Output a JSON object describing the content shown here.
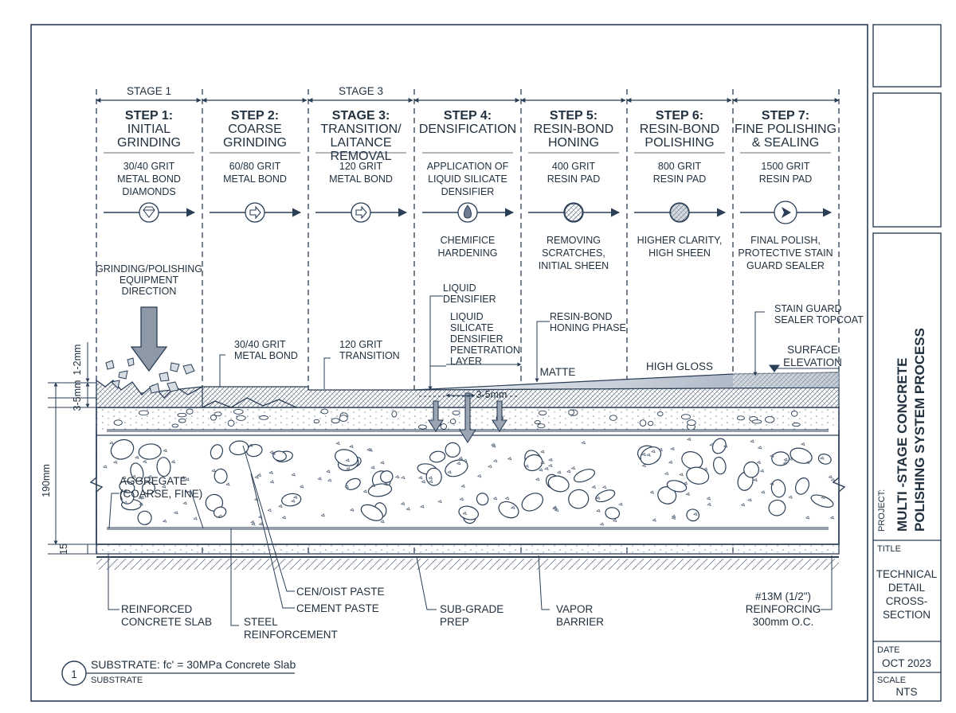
{
  "stages": [
    {
      "label": "STAGE 1"
    },
    {
      "label": "STAGE 3"
    }
  ],
  "steps": [
    {
      "title": "STEP 1:",
      "name": [
        "INITIAL",
        "GRINDING"
      ],
      "spec": [
        "30/40 GRIT",
        "METAL BOND",
        "DIAMONDS"
      ],
      "icon": "diamond-icon",
      "effect": []
    },
    {
      "title": "STEP 2:",
      "name": [
        "COARSE",
        "GRINDING"
      ],
      "spec": [
        "60/80 GRIT",
        "METAL BOND"
      ],
      "icon": "arrow-right-circle-icon",
      "effect": []
    },
    {
      "title": "STAGE 3:",
      "name": [
        "TRANSITION/",
        "LAITANCE",
        "REMOVAL"
      ],
      "spec": [
        "120 GRIT",
        "METAL BOND"
      ],
      "icon": "arrow-right-circle-icon",
      "effect": []
    },
    {
      "title": "STEP 4:",
      "name": [
        "DENSIFICATION"
      ],
      "spec": [
        "APPLICATION OF",
        "LIQUID SILICATE",
        "DENSIFIER"
      ],
      "icon": "droplet-icon",
      "effect": [
        "CHEMIFICE",
        "HARDENING"
      ]
    },
    {
      "title": "STEP 5:",
      "name": [
        "RESIN-BOND",
        "HONING"
      ],
      "spec": [
        "400 GRIT",
        "RESIN PAD"
      ],
      "icon": "resin-pad-icon",
      "effect": [
        "REMOVING",
        "SCRATCHES,",
        "INITIAL SHEEN"
      ]
    },
    {
      "title": "STEP 6:",
      "name": [
        "RESIN-BOND",
        "POLISHING"
      ],
      "spec": [
        "800 GRIT",
        "RESIN PAD"
      ],
      "icon": "resin-pad-dark-icon",
      "effect": [
        "HIGHER CLARITY,",
        "HIGH SHEEN"
      ]
    },
    {
      "title": "STEP 7:",
      "name": [
        "FINE POLISHING",
        "& SEALING"
      ],
      "spec": [
        "1500 GRIT",
        "RESIN PAD"
      ],
      "icon": "play-circle-icon",
      "effect": [
        "FINAL POLISH,",
        "PROTECTIVE STAIN",
        "GUARD SEALER"
      ]
    }
  ],
  "annotations": {
    "equipment": [
      "GRINDING/POLISHING",
      "EQUIPMENT",
      "DIRECTION"
    ],
    "grit_30_40": [
      "30/40 GRIT",
      "METAL BOND"
    ],
    "grit_120": [
      "120 GRIT",
      "TRANSITION"
    ],
    "liquid_densifier": [
      "LIQUID",
      "DENSIFIER"
    ],
    "penetration": [
      "LIQUID",
      "SILICATE",
      "DENSIFIER",
      "PENETRATION",
      "LAYER"
    ],
    "resin_honing": [
      "RESIN-BOND",
      "HONING PHASE"
    ],
    "stain_guard": [
      "STAIN GUARD",
      "SEALER TOPCOAT"
    ],
    "surface_elevation": [
      "SURFACE",
      "ELEVATION"
    ],
    "matte": "MATTE",
    "high_gloss": "HIGH GLOSS",
    "penetration_depth": "3-5mm",
    "aggregate": [
      "AGGREGATE",
      "(COARSE, FINE)"
    ]
  },
  "dimensions": {
    "top": "1-2mm",
    "layer": "3-5mm",
    "slab": "190mm",
    "base": "15"
  },
  "callouts": {
    "reinforced_slab": [
      "REINFORCED",
      "CONCRETE SLAB"
    ],
    "steel": [
      "STEEL",
      "REINFORCEMENT"
    ],
    "cenoist_paste": "CEN/OIST PASTE",
    "cement_paste": "CEMENT PASTE",
    "subgrade": [
      "SUB-GRADE",
      "PREP"
    ],
    "vapor": [
      "VAPOR",
      "BARRIER"
    ],
    "reinforcing": [
      "#13M (1/2\")",
      "REINFORCING",
      "300mm O.C."
    ]
  },
  "footer": {
    "number": "1",
    "title": "SUBSTRATE: fc' = 30MPa Concrete Slab",
    "subtitle": "SUBSTRATE"
  },
  "title_block": {
    "project_label": "PROJECT:",
    "project_name": [
      "MULTI  -STAGE CONCRETE",
      "POLISHING SYSTEM PROCESS"
    ],
    "title_label": "TITLE",
    "title": [
      "TECHNICAL",
      "DETAIL",
      "CROSS-",
      "SECTION"
    ],
    "date_label": "DATE",
    "date": "OCT 2023",
    "scale_label": "SCALE",
    "scale": "NTS"
  },
  "colors": {
    "ink": "#2a3e56",
    "text": "#22313f",
    "paper": "#ffffff"
  }
}
